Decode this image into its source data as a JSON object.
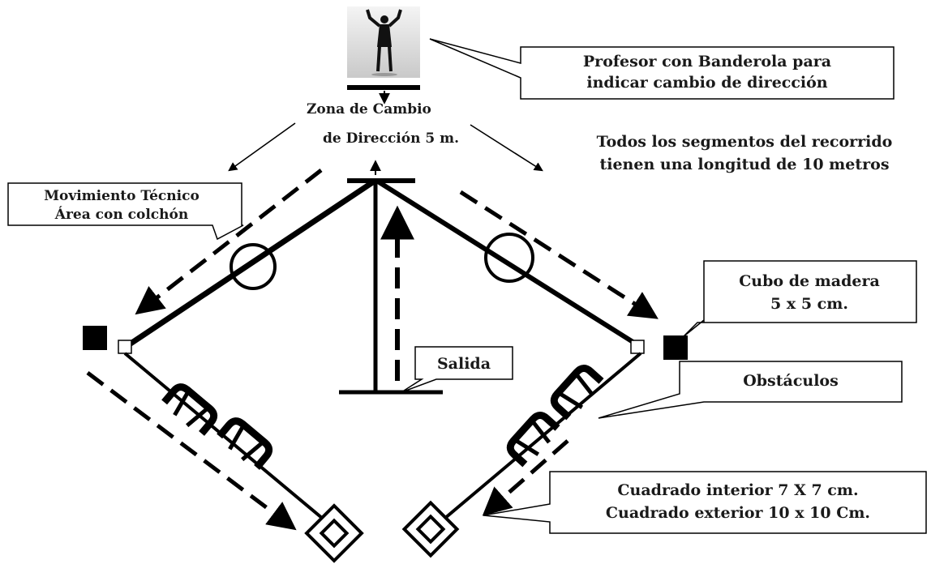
{
  "labels": {
    "profesor_line1": "Profesor con Banderola para",
    "profesor_line2": "indicar cambio de dirección",
    "zona_line1": "Zona de Cambio",
    "zona_line2": "de Dirección  5 m.",
    "segmentos_line1": "Todos los segmentos del recorrido",
    "segmentos_line2": "tienen una longitud de 10 metros",
    "movimiento_line1": "Movimiento Técnico",
    "movimiento_line2": "Área con colchón",
    "cubo_line1": "Cubo de madera",
    "cubo_line2": "5 x 5 cm.",
    "salida": "Salida",
    "obstaculos": "Obstáculos",
    "cuadrado_line1": "Cuadrado interior 7 X 7 cm.",
    "cuadrado_line2": "Cuadrado exterior 10 x 10 Cm."
  },
  "icons": [
    "teacher-photo",
    "wooden-cube-icon",
    "mat-circle-icon",
    "obstacle-hurdle-icon",
    "target-square-icon",
    "direction-arrow-icon"
  ]
}
